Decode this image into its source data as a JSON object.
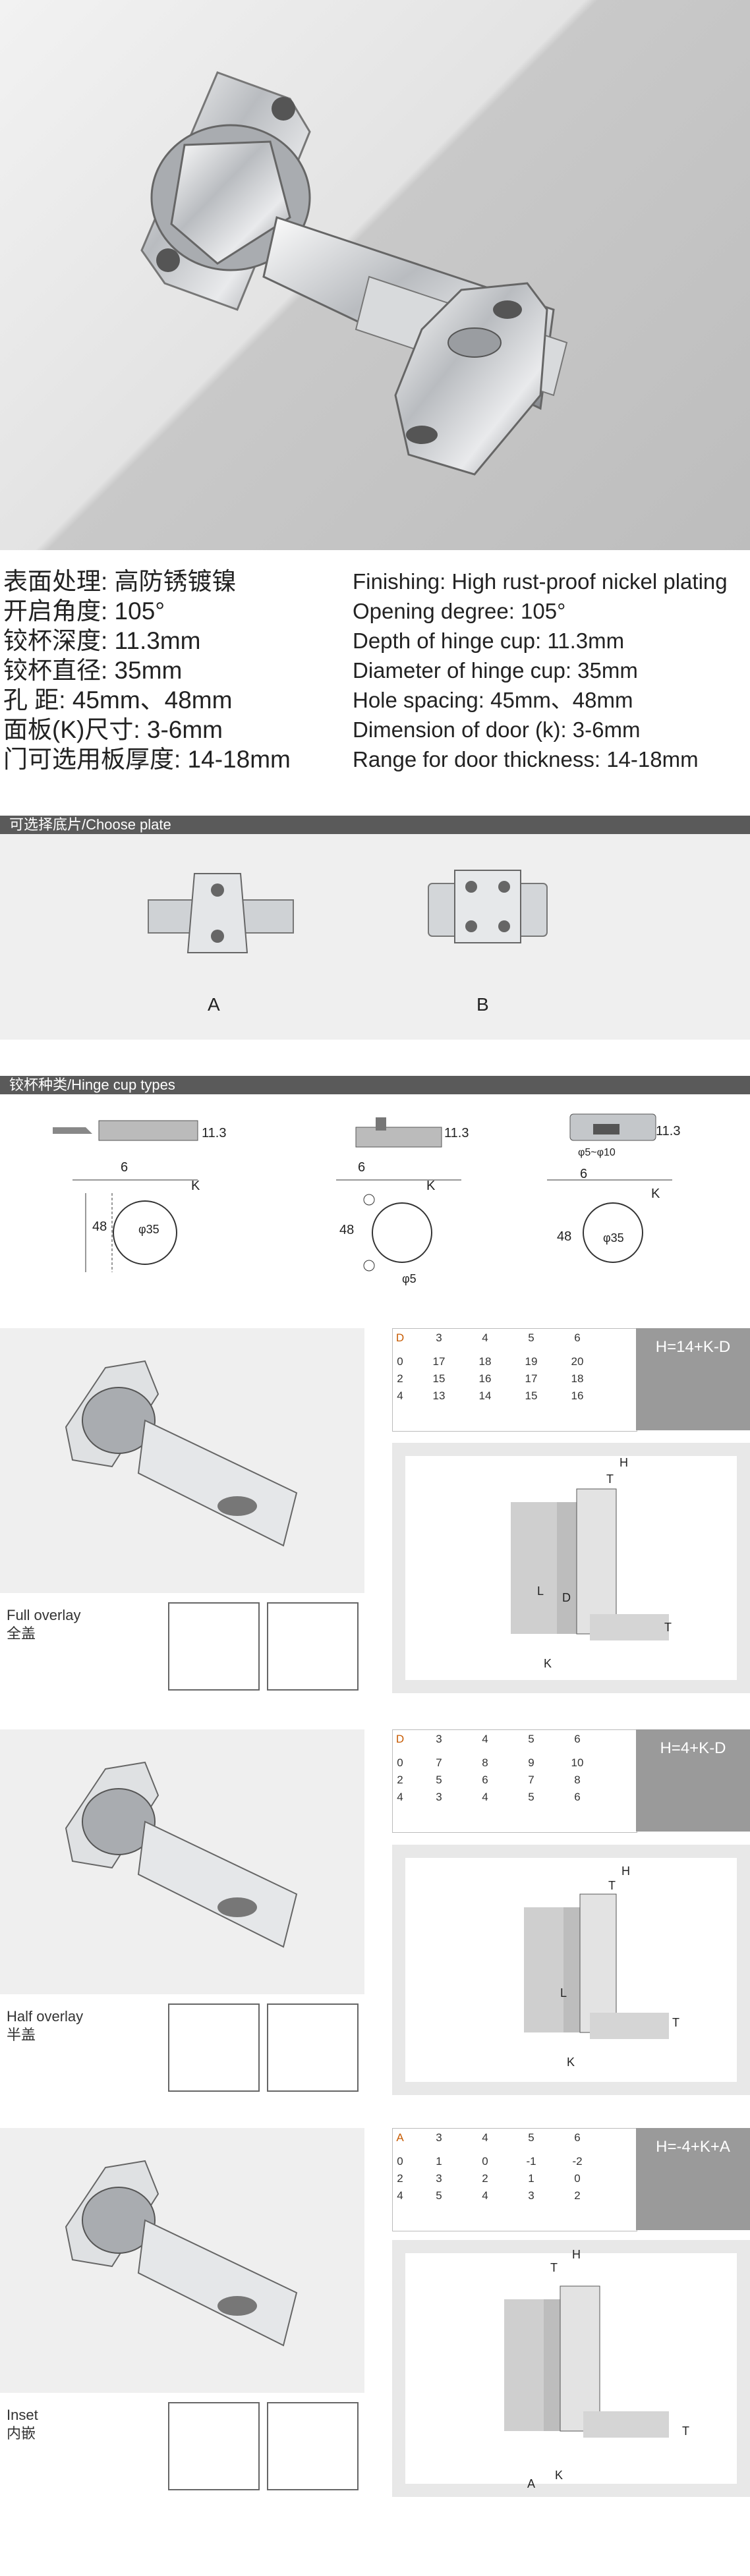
{
  "specs_cn": [
    "表面处理: 高防锈镀镍",
    "开启角度: 105°",
    "铰杯深度: 11.3mm",
    "铰杯直径: 35mm",
    "孔   距: 45mm、48mm",
    "面板(K)尺寸: 3-6mm",
    "门可选用板厚度: 14-18mm"
  ],
  "specs_en": [
    "Finishing: High rust-proof nickel plating",
    "Opening degree: 105°",
    "Depth of hinge cup: 11.3mm",
    "Diameter of hinge cup: 35mm",
    "Hole spacing: 45mm、48mm",
    "Dimension of door (k): 3-6mm",
    "Range for door thickness: 14-18mm"
  ],
  "choose_plate": {
    "title": "可选择底片/Choose plate",
    "options": [
      "A",
      "B"
    ]
  },
  "cup_types": {
    "title": "铰杯种类/Hinge cup types",
    "dims": {
      "depth": "11.3",
      "six": "6",
      "k": "K",
      "forty_eight": "48",
      "phi35": "φ35",
      "phi5": "φ5",
      "phi5_10": "φ5~φ10"
    }
  },
  "overlays": [
    {
      "name_en": "Full overlay",
      "name_cn": "全盖",
      "corner": "D",
      "headers": [
        "3",
        "4",
        "5",
        "6"
      ],
      "rows": [
        {
          "k": "0",
          "vals": [
            "17",
            "18",
            "19",
            "20"
          ]
        },
        {
          "k": "2",
          "vals": [
            "15",
            "16",
            "17",
            "18"
          ]
        },
        {
          "k": "4",
          "vals": [
            "13",
            "14",
            "15",
            "16"
          ]
        }
      ],
      "formula": "H=14+K-D"
    },
    {
      "name_en": "Half overlay",
      "name_cn": "半盖",
      "corner": "D",
      "headers": [
        "3",
        "4",
        "5",
        "6"
      ],
      "rows": [
        {
          "k": "0",
          "vals": [
            "7",
            "8",
            "9",
            "10"
          ]
        },
        {
          "k": "2",
          "vals": [
            "5",
            "6",
            "7",
            "8"
          ]
        },
        {
          "k": "4",
          "vals": [
            "3",
            "4",
            "5",
            "6"
          ]
        }
      ],
      "formula": "H=4+K-D"
    },
    {
      "name_en": "Inset",
      "name_cn": "内嵌",
      "corner": "A",
      "headers": [
        "3",
        "4",
        "5",
        "6"
      ],
      "rows": [
        {
          "k": "0",
          "vals": [
            "1",
            "0",
            "-1",
            "-2"
          ]
        },
        {
          "k": "2",
          "vals": [
            "3",
            "2",
            "1",
            "0"
          ]
        },
        {
          "k": "4",
          "vals": [
            "5",
            "4",
            "3",
            "2"
          ]
        }
      ],
      "formula": "H=-4+K+A"
    }
  ],
  "diagram_labels": {
    "h": "H",
    "t": "T",
    "d": "D",
    "l": "L",
    "k": "K",
    "a": "A"
  }
}
